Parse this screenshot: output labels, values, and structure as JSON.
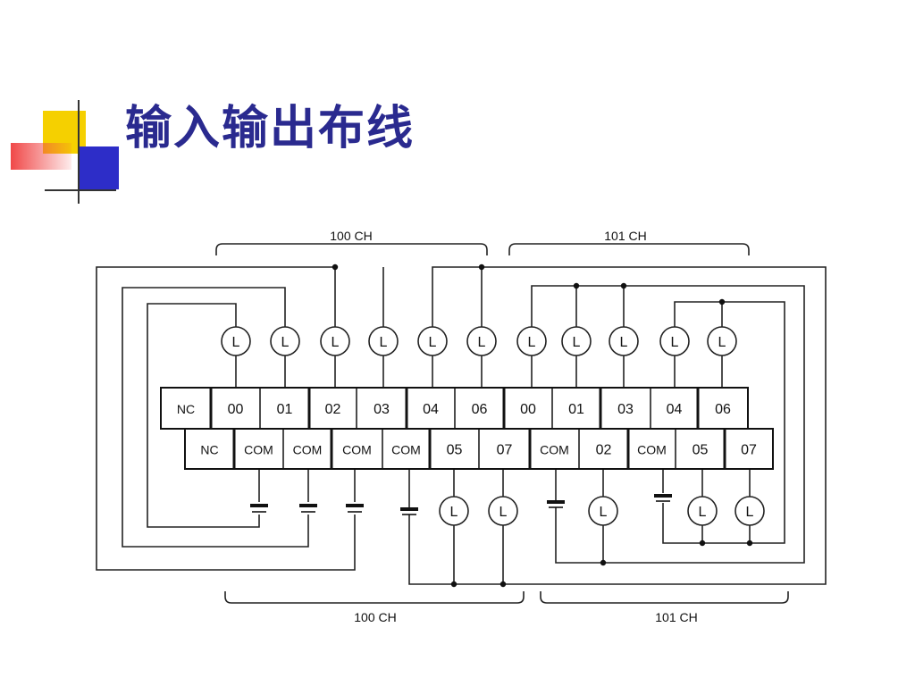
{
  "slide": {
    "title": "输入输出布线"
  },
  "diagram": {
    "upper_brackets": [
      "100 CH",
      "101 CH"
    ],
    "lower_brackets": [
      "100 CH",
      "101 CH"
    ],
    "upper_row_terminals": [
      "NC",
      "00",
      "01",
      "02",
      "03",
      "04",
      "06",
      "00",
      "01",
      "03",
      "04",
      "06"
    ],
    "lower_row_terminals": [
      "NC",
      "COM",
      "COM",
      "COM",
      "COM",
      "05",
      "07",
      "COM",
      "02",
      "COM",
      "05",
      "07"
    ],
    "load_symbol": "L"
  },
  "colors": {
    "title": "#2a2a8f",
    "deco_yellow": "#f5d000",
    "deco_blue": "#2d2dc8",
    "deco_red": "#f04848"
  }
}
